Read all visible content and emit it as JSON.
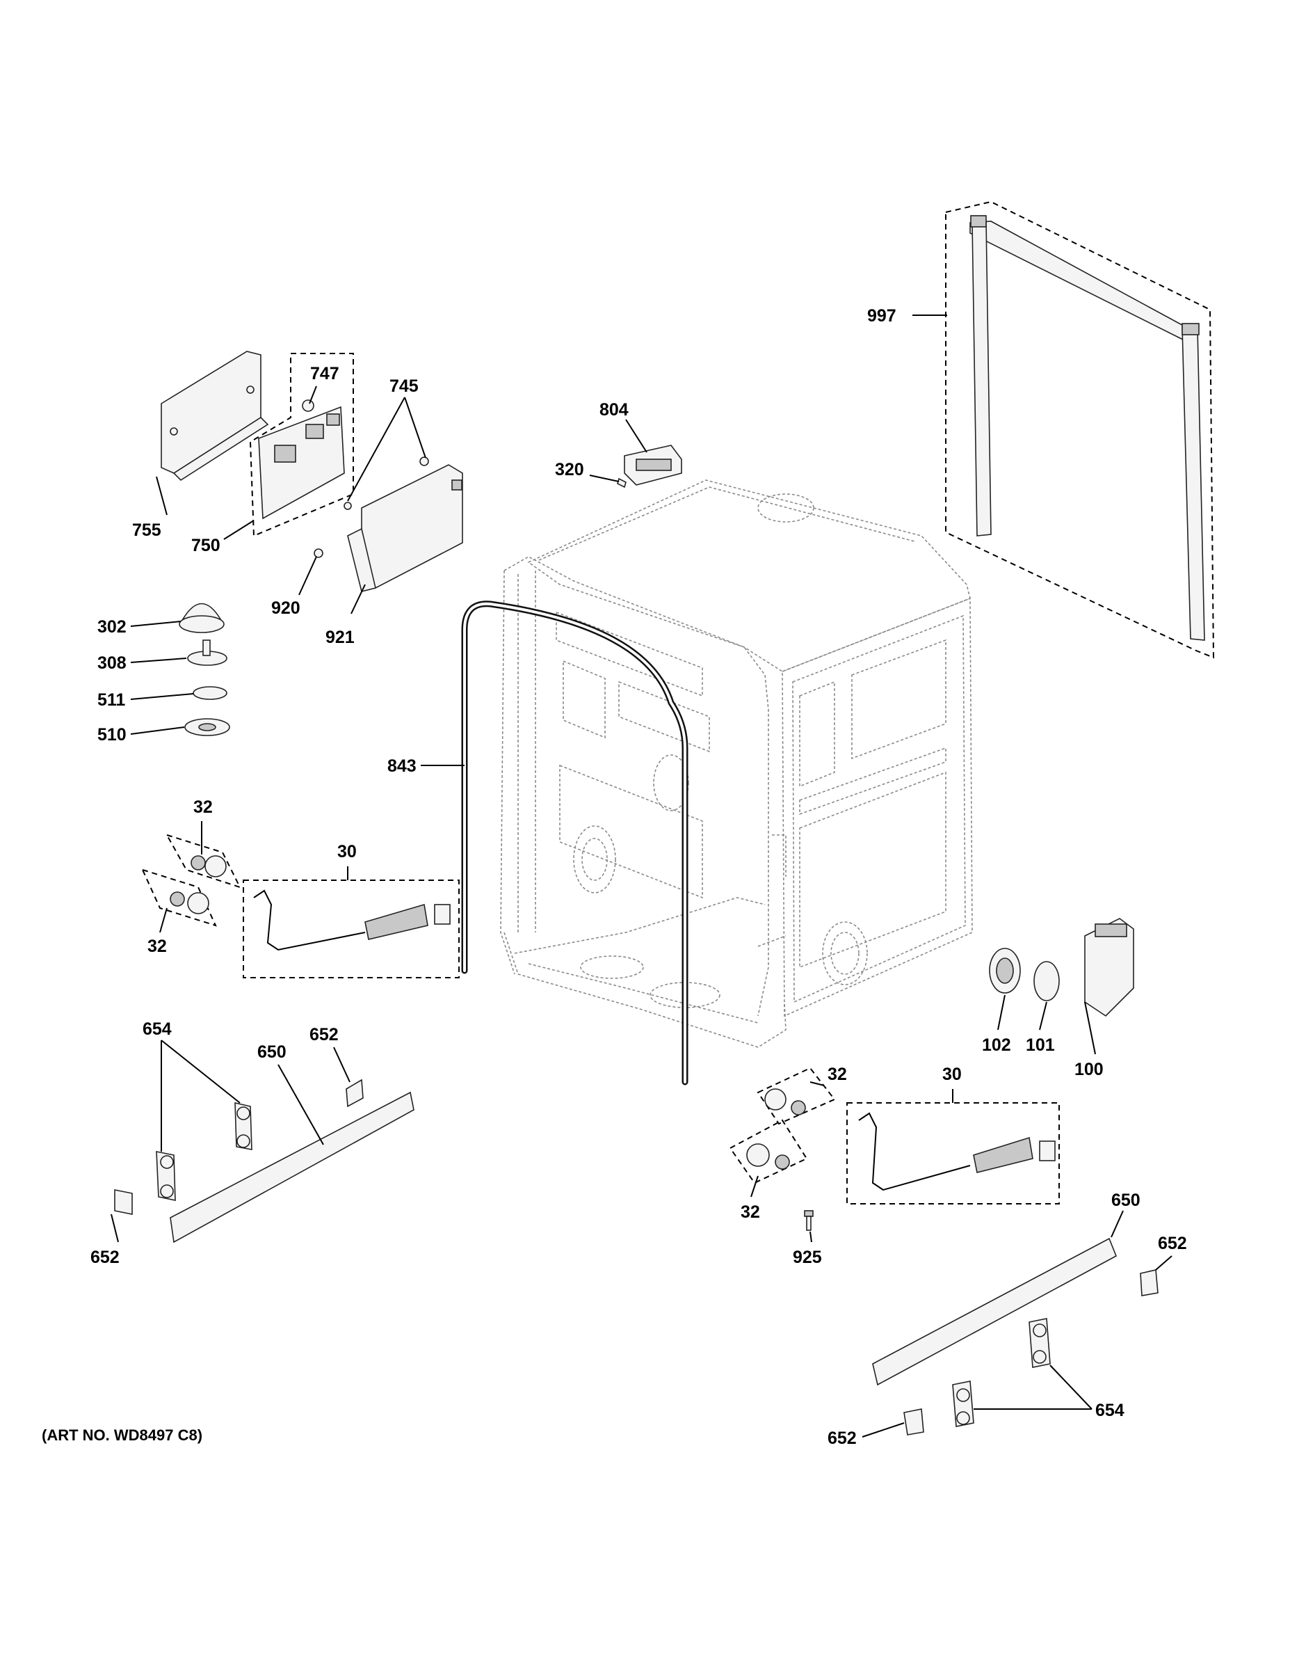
{
  "callouts": {
    "c997": "997",
    "c747": "747",
    "c745": "745",
    "c804": "804",
    "c320": "320",
    "c755": "755",
    "c750": "750",
    "c920": "920",
    "c921": "921",
    "c302": "302",
    "c308": "308",
    "c511": "511",
    "c510": "510",
    "c843": "843",
    "c32_a": "32",
    "c30_a": "30",
    "c32_b": "32",
    "c654_a": "654",
    "c650_a": "650",
    "c652_a": "652",
    "c652_b": "652",
    "c102": "102",
    "c101": "101",
    "c100": "100",
    "c32_c": "32",
    "c30_b": "30",
    "c32_d": "32",
    "c925": "925",
    "c650_b": "650",
    "c652_c": "652",
    "c654_b": "654",
    "c652_d": "652"
  },
  "art_number": "(ART NO. WD8497 C8)"
}
